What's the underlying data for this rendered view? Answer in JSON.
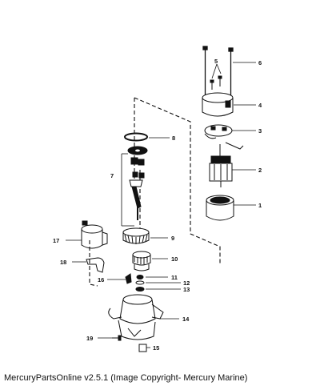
{
  "caption": "MercuryPartsOnline v2.5.1 (Image Copyright- Mercury Marine)",
  "callouts": [
    "1",
    "2",
    "3",
    "4",
    "5",
    "6",
    "7",
    "8",
    "9",
    "10",
    "11",
    "12",
    "13",
    "14",
    "15",
    "16",
    "17",
    "18",
    "19"
  ]
}
